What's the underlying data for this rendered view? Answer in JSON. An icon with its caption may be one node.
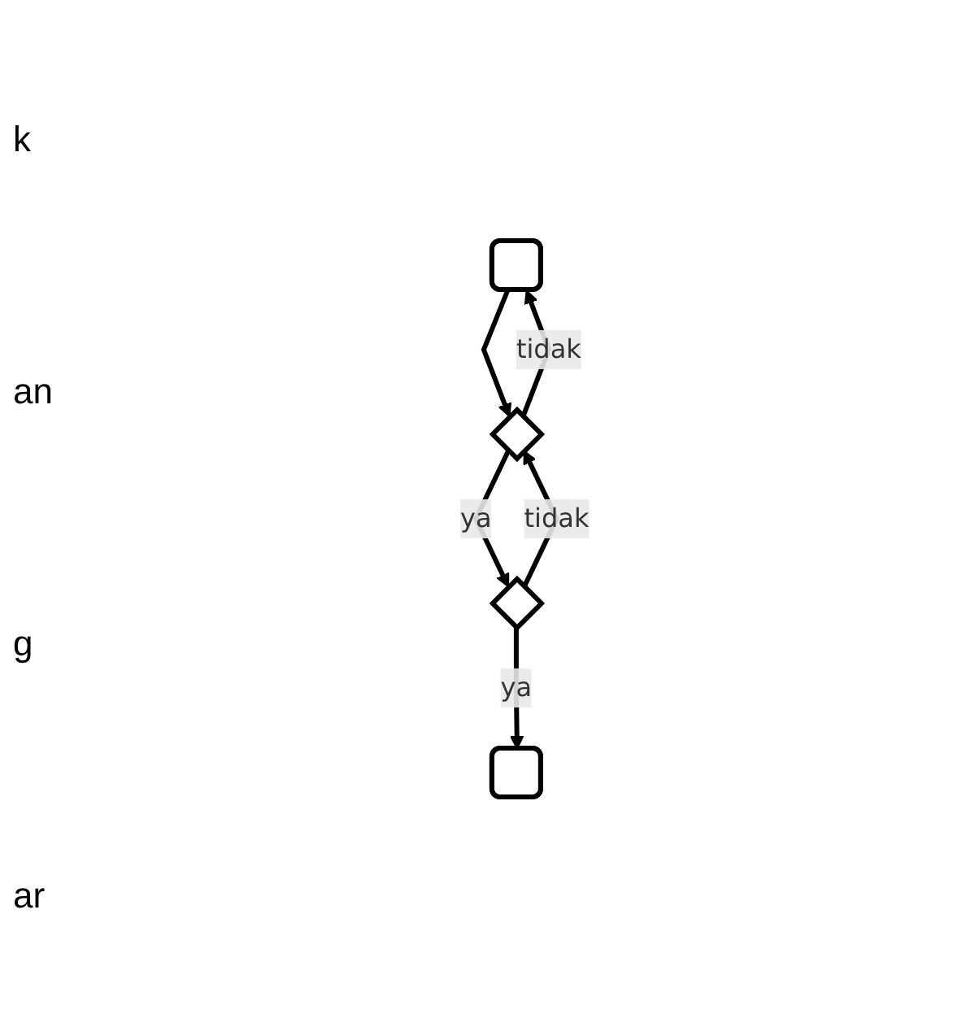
{
  "diagram": {
    "nodes": [
      {
        "text": [],
        "shape": "box"
      },
      {
        "text": [],
        "shape": "diamond"
      },
      {
        "text": [],
        "shape": "diamond"
      },
      {
        "text": [],
        "shape": "box"
      }
    ],
    "edges": [
      {
        "from": 0,
        "to": 1,
        "arrow": "to"
      },
      {
        "from": 1,
        "to": 0,
        "label": "tidak",
        "arrow": "to"
      },
      {
        "from": 1,
        "to": 2,
        "label": "ya",
        "arrow": "to"
      },
      {
        "from": 2,
        "to": 1,
        "label": "tidak",
        "arrow": "to"
      },
      {
        "from": 2,
        "to": 3,
        "label": "ya",
        "arrow": "to"
      }
    ],
    "labels": [
      "k",
      "an",
      "g",
      "ar"
    ]
  }
}
